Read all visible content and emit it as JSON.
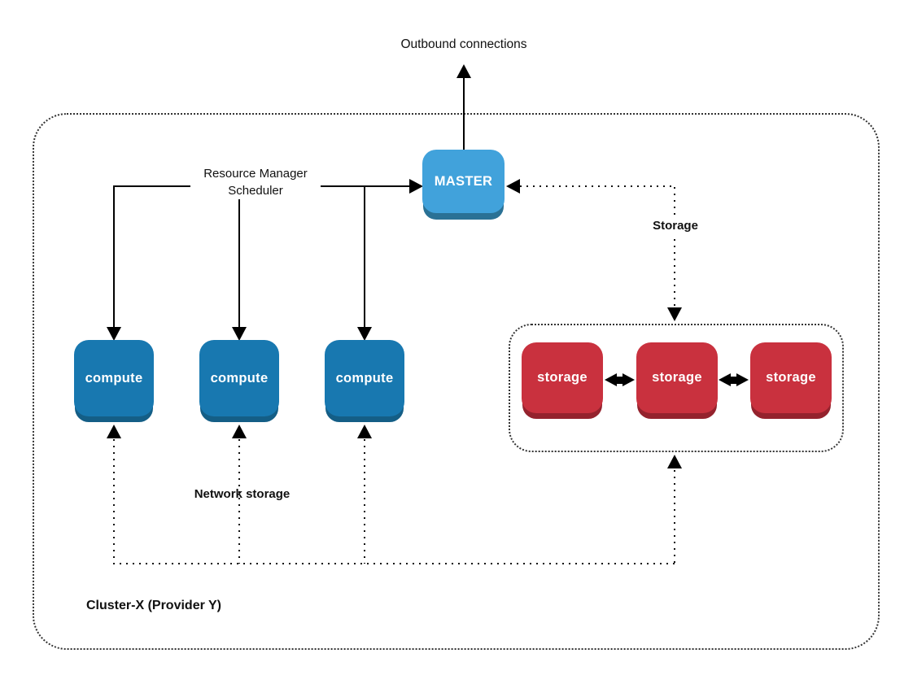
{
  "labels": {
    "outbound": "Outbound connections",
    "resource_manager_line1": "Resource Manager",
    "resource_manager_line2": "Scheduler",
    "storage_edge": "Storage",
    "network_storage_edge": "Network storage",
    "cluster": "Cluster-X (Provider Y)"
  },
  "nodes": {
    "master": {
      "label": "MASTER",
      "fill": "#41a2db",
      "shadow": "#2a7195",
      "text_color": "#ffffff"
    },
    "compute": [
      {
        "label": "compute"
      },
      {
        "label": "compute"
      },
      {
        "label": "compute"
      }
    ],
    "compute_style": {
      "fill": "#1878b0",
      "shadow": "#145e86",
      "text_color": "#ffffff"
    },
    "storage": [
      {
        "label": "storage"
      },
      {
        "label": "storage"
      },
      {
        "label": "storage"
      }
    ],
    "storage_style": {
      "fill": "#c9313e",
      "shadow": "#94222d",
      "text_color": "#ffffff"
    }
  },
  "edges": {
    "line_color": "#000000",
    "dotted_border_color": "#333333",
    "connections": [
      "master -> outbound connections (solid arrow up, crosses cluster border)",
      "resource manager / scheduler bus -> master (solid arrow right)",
      "resource manager bus -> compute x3 (solid arrows down)",
      "storage group -> master (dotted arrow, labeled Storage)",
      "network storage dotted trunk -> compute x3 (dotted arrows up) and -> storage group (dotted arrow up)",
      "storage <-> storage (two solid double-headed arrows)"
    ]
  }
}
